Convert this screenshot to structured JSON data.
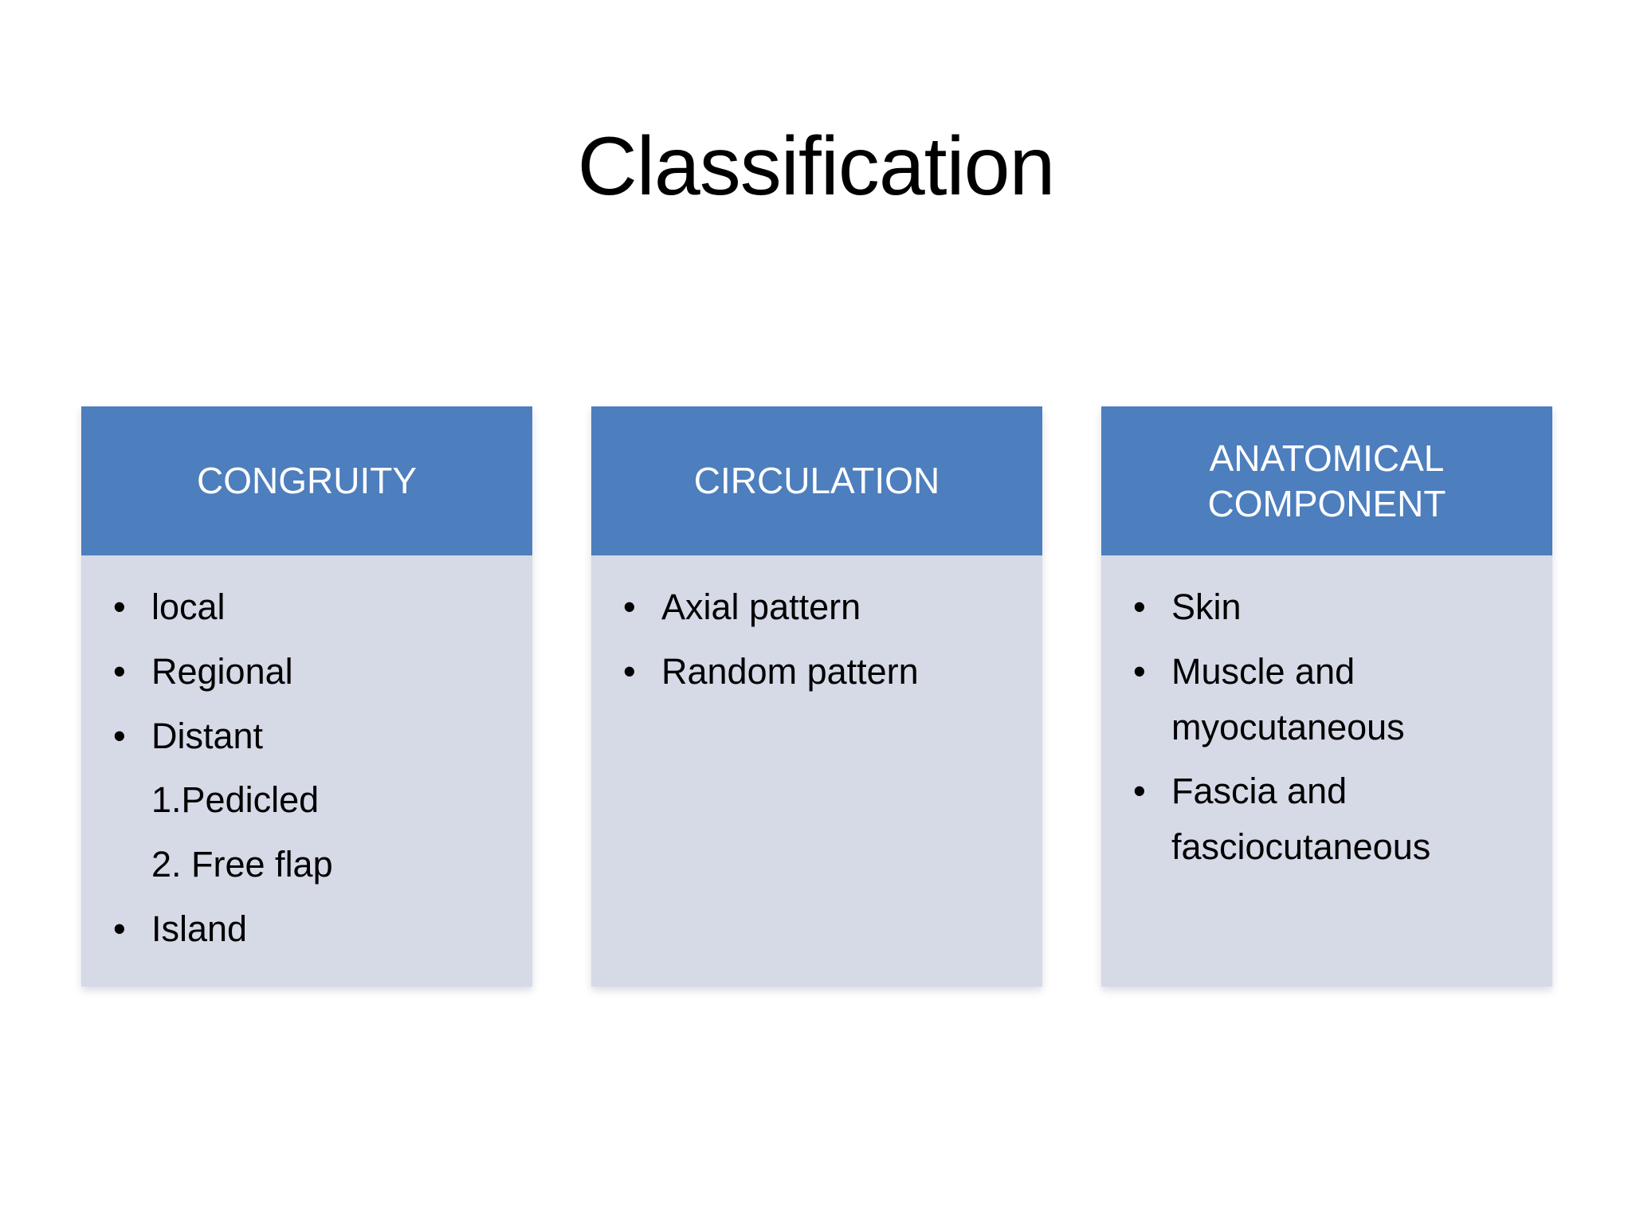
{
  "slide": {
    "title": "Classification",
    "colors": {
      "slide_bg": "#ffffff",
      "title_color": "#000000",
      "header_bg": "#4d7ebd",
      "header_text": "#ffffff",
      "body_bg": "#d6d9e6",
      "body_text": "#000000"
    },
    "columns": [
      {
        "header": "CONGRUITY",
        "items": [
          {
            "text": "local",
            "bullet": true
          },
          {
            "text": "Regional",
            "bullet": true
          },
          {
            "text": "Distant",
            "bullet": true
          },
          {
            "text": "1.Pedicled",
            "bullet": false
          },
          {
            "text": "2. Free flap",
            "bullet": false
          },
          {
            "text": "Island",
            "bullet": true
          }
        ]
      },
      {
        "header": "CIRCULATION",
        "items": [
          {
            "text": "Axial pattern",
            "bullet": true
          },
          {
            "text": "Random pattern",
            "bullet": true
          }
        ]
      },
      {
        "header": "ANATOMICAL COMPONENT",
        "items": [
          {
            "text": "Skin",
            "bullet": true
          },
          {
            "text": "Muscle and myocutaneous",
            "bullet": true
          },
          {
            "text": "Fascia and fasciocutaneous",
            "bullet": true
          }
        ]
      }
    ]
  }
}
